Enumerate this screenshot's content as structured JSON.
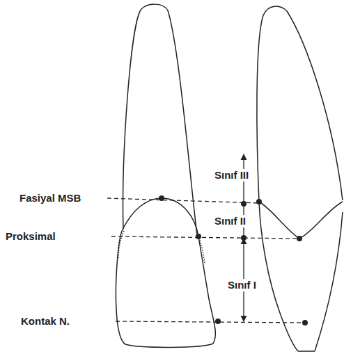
{
  "diagram": {
    "labels": [
      "Fasiyal MSB",
      "Proksimal",
      "Kontak N.",
      "Sınıf III",
      "Sınıf II",
      "Sınıf I"
    ]
  }
}
